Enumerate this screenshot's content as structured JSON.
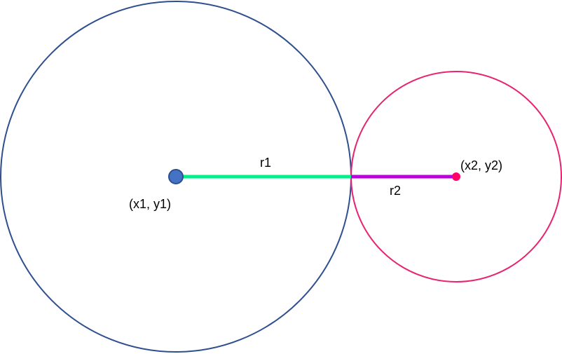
{
  "diagram": {
    "circle_1": {
      "center_label": "(x1, y1)",
      "radius_label": "r1",
      "outline_color": "#2f4f8f",
      "center_point_color": "#4472c4",
      "radius_line_color": "#00f08c"
    },
    "circle_2": {
      "center_label": "(x2, y2)",
      "radius_label": "r2",
      "outline_color": "#e8236f",
      "center_point_color": "#ff0066",
      "radius_line_color": "#bb00dd"
    }
  }
}
